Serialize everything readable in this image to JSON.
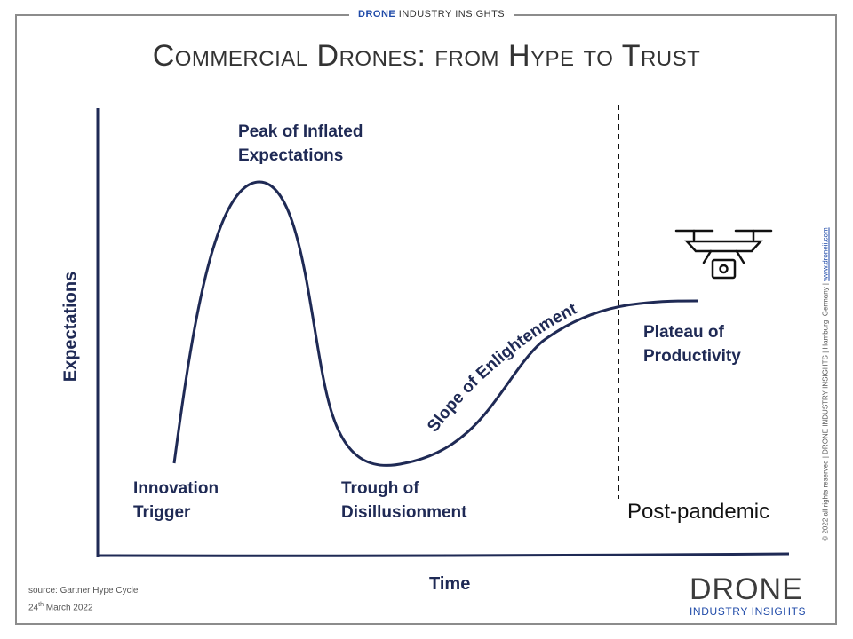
{
  "header": {
    "brand_word1": "DRONE",
    "brand_word2": "INDUSTRY",
    "brand_word3": "INSIGHTS",
    "title": "Commercial Drones: from Hype to Trust"
  },
  "diagram": {
    "y_axis_label": "Expectations",
    "x_axis_label": "Time",
    "phases": {
      "innovation_trigger": [
        "Innovation",
        "Trigger"
      ],
      "peak": [
        "Peak of Inflated",
        "Expectations"
      ],
      "trough": [
        "Trough of",
        "Disillusionment"
      ],
      "slope": "Slope of Enlightenment",
      "plateau": [
        "Plateau of",
        "Productivity"
      ]
    },
    "divider_label": "Post-pandemic",
    "curve_color": "#1f2a55",
    "icon": "drone-icon"
  },
  "footer": {
    "source_line": "source: Gartner Hype Cycle",
    "date_day": "24",
    "date_suffix": "th",
    "date_rest": " March 2022",
    "logo_main": "DRONE",
    "logo_sub": "INDUSTRY  INSIGHTS",
    "side_note": "© 2022 all rights reserved | DRONE INDUSTRY INSIGHTS | Hamburg, Germany | ",
    "side_link": "www.droneii.com"
  },
  "colors": {
    "brand_blue": "#1f4aa8",
    "frame_grey": "#8c8c8c",
    "text_dark": "#1f2a55"
  }
}
